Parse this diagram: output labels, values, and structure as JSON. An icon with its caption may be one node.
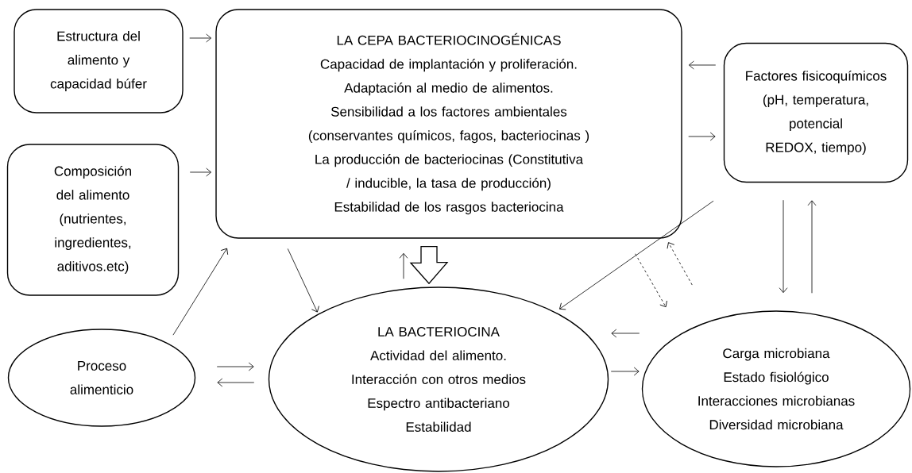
{
  "diagram": {
    "nodes": [
      {
        "text": [
          "Estructura del alimento y capacidad búfer"
        ]
      },
      {
        "text": [
          "Composición del alimento (nutrientes, ingredientes, aditivos.etc)"
        ]
      },
      {
        "text": [
          "LA CEPA BACTERIOCINOGÉNICAS",
          "Capacidad de implantación y proliferación.",
          "Adaptación al medio de alimentos.",
          "Sensibilidad a los factores ambientales (conservantes químicos, fagos, bacteriocinas )",
          "La producción de bacteriocinas (Constitutiva / inducible, la tasa de producción)",
          "Estabilidad de los rasgos bacteriocina"
        ]
      },
      {
        "text": [
          "Factores fisicoquímicos (pH, temperatura, potencial REDOX, tiempo)"
        ]
      },
      {
        "text": [
          "Proceso alimenticio"
        ]
      },
      {
        "text": [
          "LA BACTERIOCINA",
          "Actividad del alimento.",
          "Interacción con otros medios",
          "Espectro antibacteriano",
          "Estabilidad"
        ]
      },
      {
        "text": [
          "Carga microbiana",
          "Estado fisiológico",
          "Interacciones microbianas",
          "Diversidad microbiana"
        ]
      }
    ],
    "edges": [
      {
        "from": 0,
        "to": 2,
        "arrow": "to"
      },
      {
        "from": 1,
        "to": 2,
        "arrow": "to"
      },
      {
        "from": 4,
        "to": 2,
        "arrow": "to"
      },
      {
        "from": 2,
        "to": 5,
        "arrow": "to"
      },
      {
        "from": 5,
        "to": 2,
        "arrow": "to"
      },
      {
        "from": 2,
        "to": 5,
        "arrow": "to",
        "style": "thick"
      },
      {
        "from": 3,
        "to": 2,
        "arrow": "to"
      },
      {
        "from": 2,
        "to": 3,
        "arrow": "to"
      },
      {
        "from": 3,
        "to": 5,
        "arrow": "to"
      },
      {
        "from": 2,
        "to": 6,
        "arrow": "to",
        "style": "dashed"
      },
      {
        "from": 6,
        "to": 2,
        "arrow": "to",
        "style": "dashed"
      },
      {
        "from": 3,
        "to": 6,
        "arrow": "to"
      },
      {
        "from": 6,
        "to": 3,
        "arrow": "to"
      },
      {
        "from": 6,
        "to": 5,
        "arrow": "to"
      },
      {
        "from": 5,
        "to": 6,
        "arrow": "to"
      },
      {
        "from": 4,
        "to": 5,
        "arrow": "to"
      },
      {
        "from": 5,
        "to": 4,
        "arrow": "to"
      }
    ]
  }
}
